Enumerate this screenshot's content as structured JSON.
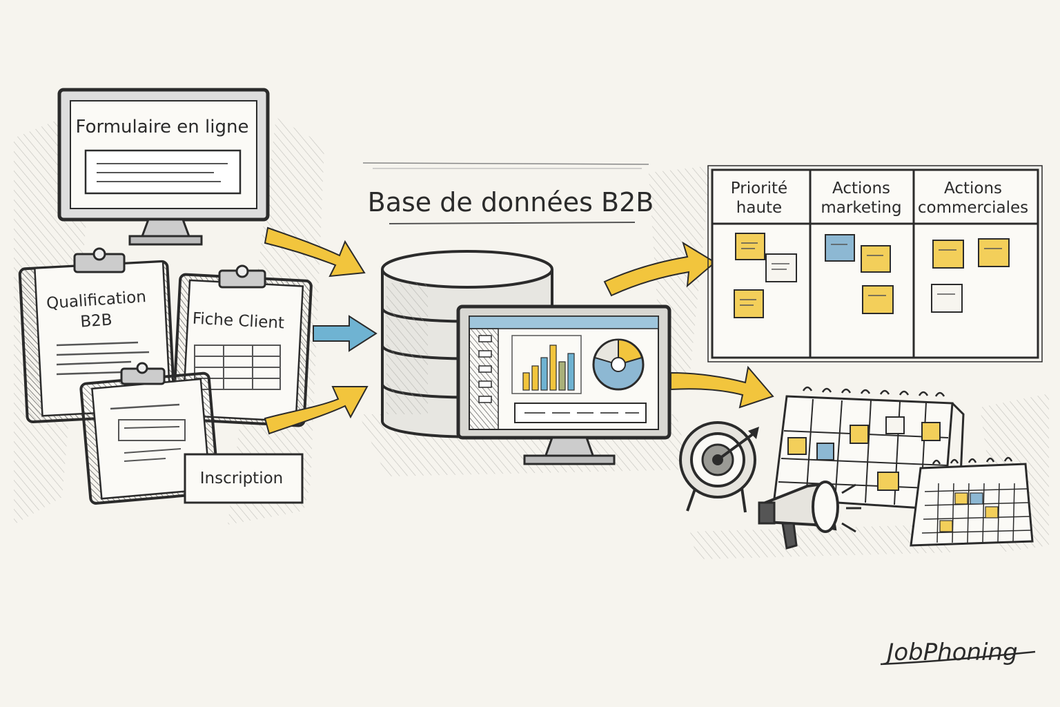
{
  "title": "Base de données B2B",
  "sources": {
    "online_form": "Formulaire en ligne",
    "qualification": [
      "Qualification",
      "B2B"
    ],
    "client_sheet": "Fiche Client",
    "registration": "Inscription"
  },
  "board": {
    "columns": [
      {
        "line1": "Priorité",
        "line2": "haute"
      },
      {
        "line1": "Actions",
        "line2": "marketing"
      },
      {
        "line1": "Actions",
        "line2": "commerciales"
      }
    ]
  },
  "brand": "JobPhoning",
  "colors": {
    "ink": "#2b2b2b",
    "paper": "#f6f4ee",
    "yellow": "#f2c53d",
    "blue": "#6fb3d2",
    "sticky_yellow": "#f3cf5a",
    "sticky_blue": "#8db8d3",
    "olive": "#a9b17a"
  },
  "icons": [
    "monitor-icon",
    "clipboard-icon",
    "database-icon",
    "dashboard-monitor-icon",
    "kanban-board-icon",
    "calendar-icon",
    "target-icon",
    "megaphone-icon",
    "arrow-icon"
  ]
}
